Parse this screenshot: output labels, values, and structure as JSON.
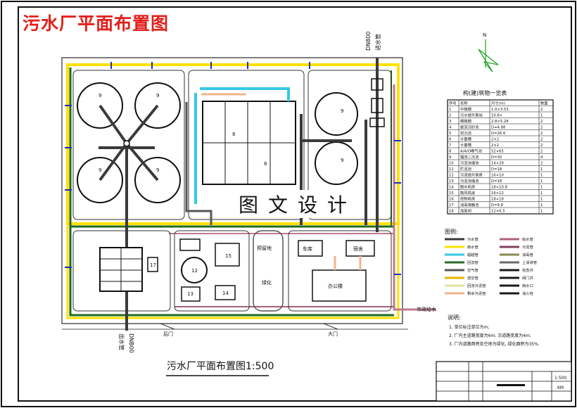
{
  "title": "污水厂平面布置图",
  "watermark": "图文设计",
  "subtitle": "污水厂平面布置图1:500",
  "inlet_label": "DN800",
  "inlet_note": "进水管",
  "outlet_label": "DNB00",
  "outlet_note": "出水管",
  "gates": {
    "back": "后门",
    "main": "大门"
  },
  "pipe_label": "市政给水",
  "north": "N",
  "building_labels": {
    "clarifier": "9",
    "basin": "8",
    "b17": "17",
    "b12": "12",
    "b13": "13",
    "b14": "14",
    "b15": "15",
    "reserve": "预留地",
    "green": "绿化",
    "garage": "车库",
    "dorm": "宿舍",
    "office": "办公楼"
  },
  "structures_table": {
    "title": "构(建)筑物一览表",
    "headers": [
      "序号",
      "名称",
      "尺寸(m)",
      "数量"
    ],
    "rows": [
      [
        "1",
        "中格栅",
        "1.0×3.53",
        "2"
      ],
      [
        "2",
        "污水提升泵站",
        "10.8×",
        "1"
      ],
      [
        "3",
        "细格栅",
        "2.8×5.28",
        "2"
      ],
      [
        "4",
        "旋流沉砂池",
        "D=4.88",
        "2"
      ],
      [
        "5",
        "初沉池",
        "D=26.6",
        "2"
      ],
      [
        "6",
        "计量槽",
        "2×2",
        "2"
      ],
      [
        "7",
        "计量槽",
        "2×2",
        "2"
      ],
      [
        "8",
        "A/A/O曝气池",
        "52×65",
        "2"
      ],
      [
        "9",
        "辐流二沉池",
        "D=30",
        "4"
      ],
      [
        "10",
        "污泥浓缩池",
        "14×28",
        "2"
      ],
      [
        "11",
        "贮泥池",
        "D=18",
        "1"
      ],
      [
        "12",
        "污泥提升泵房",
        "16×10",
        "1"
      ],
      [
        "13",
        "污泥浓缩池",
        "D=18",
        "1"
      ],
      [
        "14",
        "脱水机房",
        "18×10.8",
        "1"
      ],
      [
        "15",
        "鼓风机房",
        "16×12",
        "1"
      ],
      [
        "16",
        "控制机房",
        "18×18",
        "1"
      ],
      [
        "17",
        "消毒接触池",
        "D=9.8",
        "1"
      ],
      [
        "18",
        "加氯间",
        "12×6.5",
        "1"
      ]
    ]
  },
  "legend": {
    "title": "图例:",
    "items": [
      {
        "label": "污水管",
        "color": "#3a3a3a"
      },
      {
        "label": "雨水管",
        "color": "#ffe100"
      },
      {
        "label": "超越管",
        "color": "#36c8e8"
      },
      {
        "label": "回流管",
        "color": "#2a6a2a"
      },
      {
        "label": "空气管",
        "color": "#555555"
      },
      {
        "label": "放空管",
        "color": "#e6b400"
      },
      {
        "label": "回流污泥管",
        "color": "#e1e1a0"
      },
      {
        "label": "剩余污泥管",
        "color": "#f2b48c"
      },
      {
        "label": "给水管",
        "color": "#b0607a"
      },
      {
        "label": "污泥管",
        "color": "#804060"
      },
      {
        "label": "消毒管",
        "color": "#8a8a50"
      },
      {
        "label": "上清液管",
        "color": "#6a6a6a"
      },
      {
        "label": "检查井",
        "color": "#1a1a1a"
      },
      {
        "label": "阀门井",
        "color": "#1a1a1a"
      },
      {
        "label": "雨水口",
        "color": "#1a1a1a"
      },
      {
        "label": "消火栓",
        "color": "#1a1a1a"
      }
    ]
  },
  "notes": {
    "title": "说明:",
    "lines": [
      "1. 单位标注单位为m;",
      "2. 厂内主道路宽度为6m; 次道路宽度为4m;",
      "3. 厂内道路两旁及空地为绿化, 绿化面积为35%."
    ]
  },
  "title_block": {
    "scale": "1:500",
    "sheet": "KM"
  },
  "colors": {
    "title": "#e3201b",
    "line": "#111111"
  }
}
